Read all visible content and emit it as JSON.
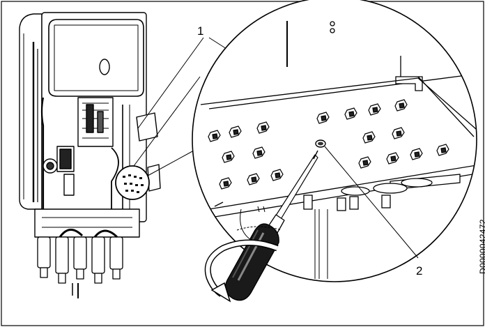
{
  "callouts": {
    "label_1": "1",
    "label_2": "2"
  },
  "document_id": "D0000042472",
  "colors": {
    "line": "#000000",
    "background": "#ffffff",
    "screwdriver_handle": "#1a1a1a"
  }
}
